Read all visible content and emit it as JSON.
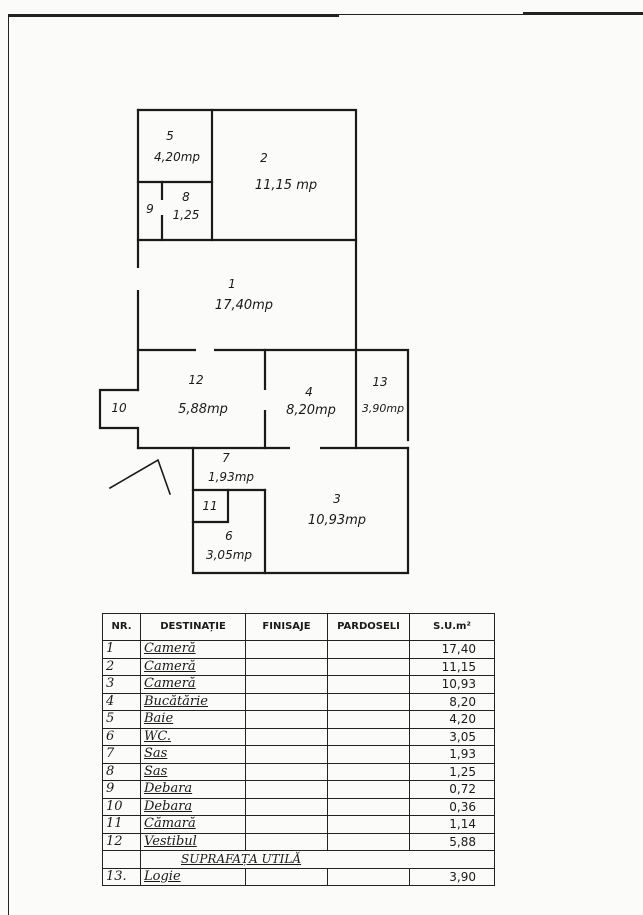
{
  "plan": {
    "rooms": [
      {
        "id": "1",
        "area": "17,40mp"
      },
      {
        "id": "2",
        "area": "11,15 mp"
      },
      {
        "id": "3",
        "area": "10,93mp"
      },
      {
        "id": "4",
        "area": "8,20mp"
      },
      {
        "id": "5",
        "area": "4,20mp"
      },
      {
        "id": "6",
        "area": "3,05mp"
      },
      {
        "id": "7",
        "area": "1,93mp"
      },
      {
        "id": "8",
        "area": "1,25"
      },
      {
        "id": "9",
        "area": ""
      },
      {
        "id": "10",
        "area": ""
      },
      {
        "id": "11",
        "area": ""
      },
      {
        "id": "12",
        "area": "5,88mp"
      },
      {
        "id": "13",
        "area": "3,90mp"
      }
    ]
  },
  "table": {
    "headers": {
      "nr": "NR.",
      "destination": "DESTINAȚIE",
      "finishes": "FINISAJE",
      "floors": "PARDOSELI",
      "area": "S.U.m²"
    },
    "rows": [
      {
        "nr": "1",
        "name": "Cameră",
        "area": "17,40"
      },
      {
        "nr": "2",
        "name": "Cameră",
        "area": "11,15"
      },
      {
        "nr": "3",
        "name": "Cameră",
        "area": "10,93"
      },
      {
        "nr": "4",
        "name": "Bucătărie",
        "area": "8,20"
      },
      {
        "nr": "5",
        "name": "Baie",
        "area": "4,20"
      },
      {
        "nr": "6",
        "name": "WC.",
        "area": "3,05"
      },
      {
        "nr": "7",
        "name": "Sas",
        "area": "1,93"
      },
      {
        "nr": "8",
        "name": "Sas",
        "area": "1,25"
      },
      {
        "nr": "9",
        "name": "Debara",
        "area": "0,72"
      },
      {
        "nr": "10",
        "name": "Debara",
        "area": "0,36"
      },
      {
        "nr": "11",
        "name": "Cămară",
        "area": "1,14"
      },
      {
        "nr": "12",
        "name": "Vestibul",
        "area": "5,88"
      }
    ],
    "summary_label": "SUPRAFAȚA UTILĂ",
    "extra_row": {
      "nr": "13.",
      "name": "Logie",
      "area": "3,90"
    }
  }
}
